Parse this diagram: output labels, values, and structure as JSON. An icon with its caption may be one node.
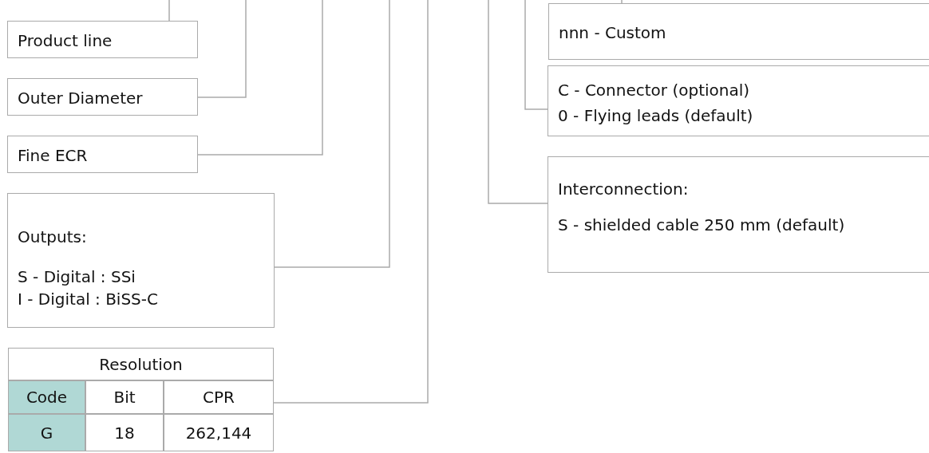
{
  "diagram": {
    "nodes": [
      {
        "text": [
          "Product line"
        ]
      },
      {
        "text": [
          "Outer Diameter"
        ]
      },
      {
        "text": [
          "Fine ECR"
        ]
      },
      {
        "text": [
          "Outputs:",
          "S - Digital : SSi",
          "I  - Digital : BiSS-C"
        ]
      },
      {
        "text": [
          "Resolution",
          "Code",
          "Bit",
          "CPR",
          "G",
          "18",
          "262,144"
        ]
      },
      {
        "text": [
          "nnn - Custom"
        ]
      },
      {
        "text": [
          "C - Connector (optional)",
          "0 - Flying leads (default)"
        ]
      },
      {
        "text": [
          "Interconnection:",
          "S - shielded cable 250 mm (default)"
        ]
      }
    ],
    "edges": [
      {
        "from": null,
        "to": 0,
        "arrow": "none"
      },
      {
        "from": null,
        "to": 1,
        "arrow": "none"
      },
      {
        "from": null,
        "to": 2,
        "arrow": "none"
      },
      {
        "from": null,
        "to": 3,
        "arrow": "none"
      },
      {
        "from": null,
        "to": 4,
        "arrow": "none"
      },
      {
        "from": null,
        "to": 5,
        "arrow": "none"
      },
      {
        "from": null,
        "to": 6,
        "arrow": "none"
      },
      {
        "from": null,
        "to": 7,
        "arrow": "none"
      }
    ]
  }
}
